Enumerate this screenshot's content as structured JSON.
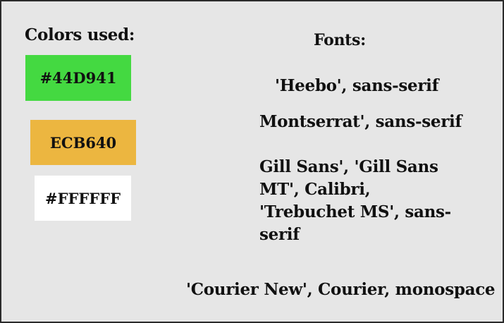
{
  "colors": {
    "title": "Colors used:",
    "swatches": [
      {
        "label": "#44D941",
        "hex": "#44D941"
      },
      {
        "label": "ECB640",
        "hex": "#ECB640"
      },
      {
        "label": "#FFFFFF",
        "hex": "#FFFFFF"
      }
    ]
  },
  "fonts": {
    "title": "Fonts:",
    "items": [
      "'Heebo', sans-serif",
      "Montserrat', sans-serif",
      "Gill Sans', 'Gill Sans MT', Calibri, 'Trebuchet MS', sans-serif",
      "'Courier New', Courier, monospace"
    ]
  }
}
